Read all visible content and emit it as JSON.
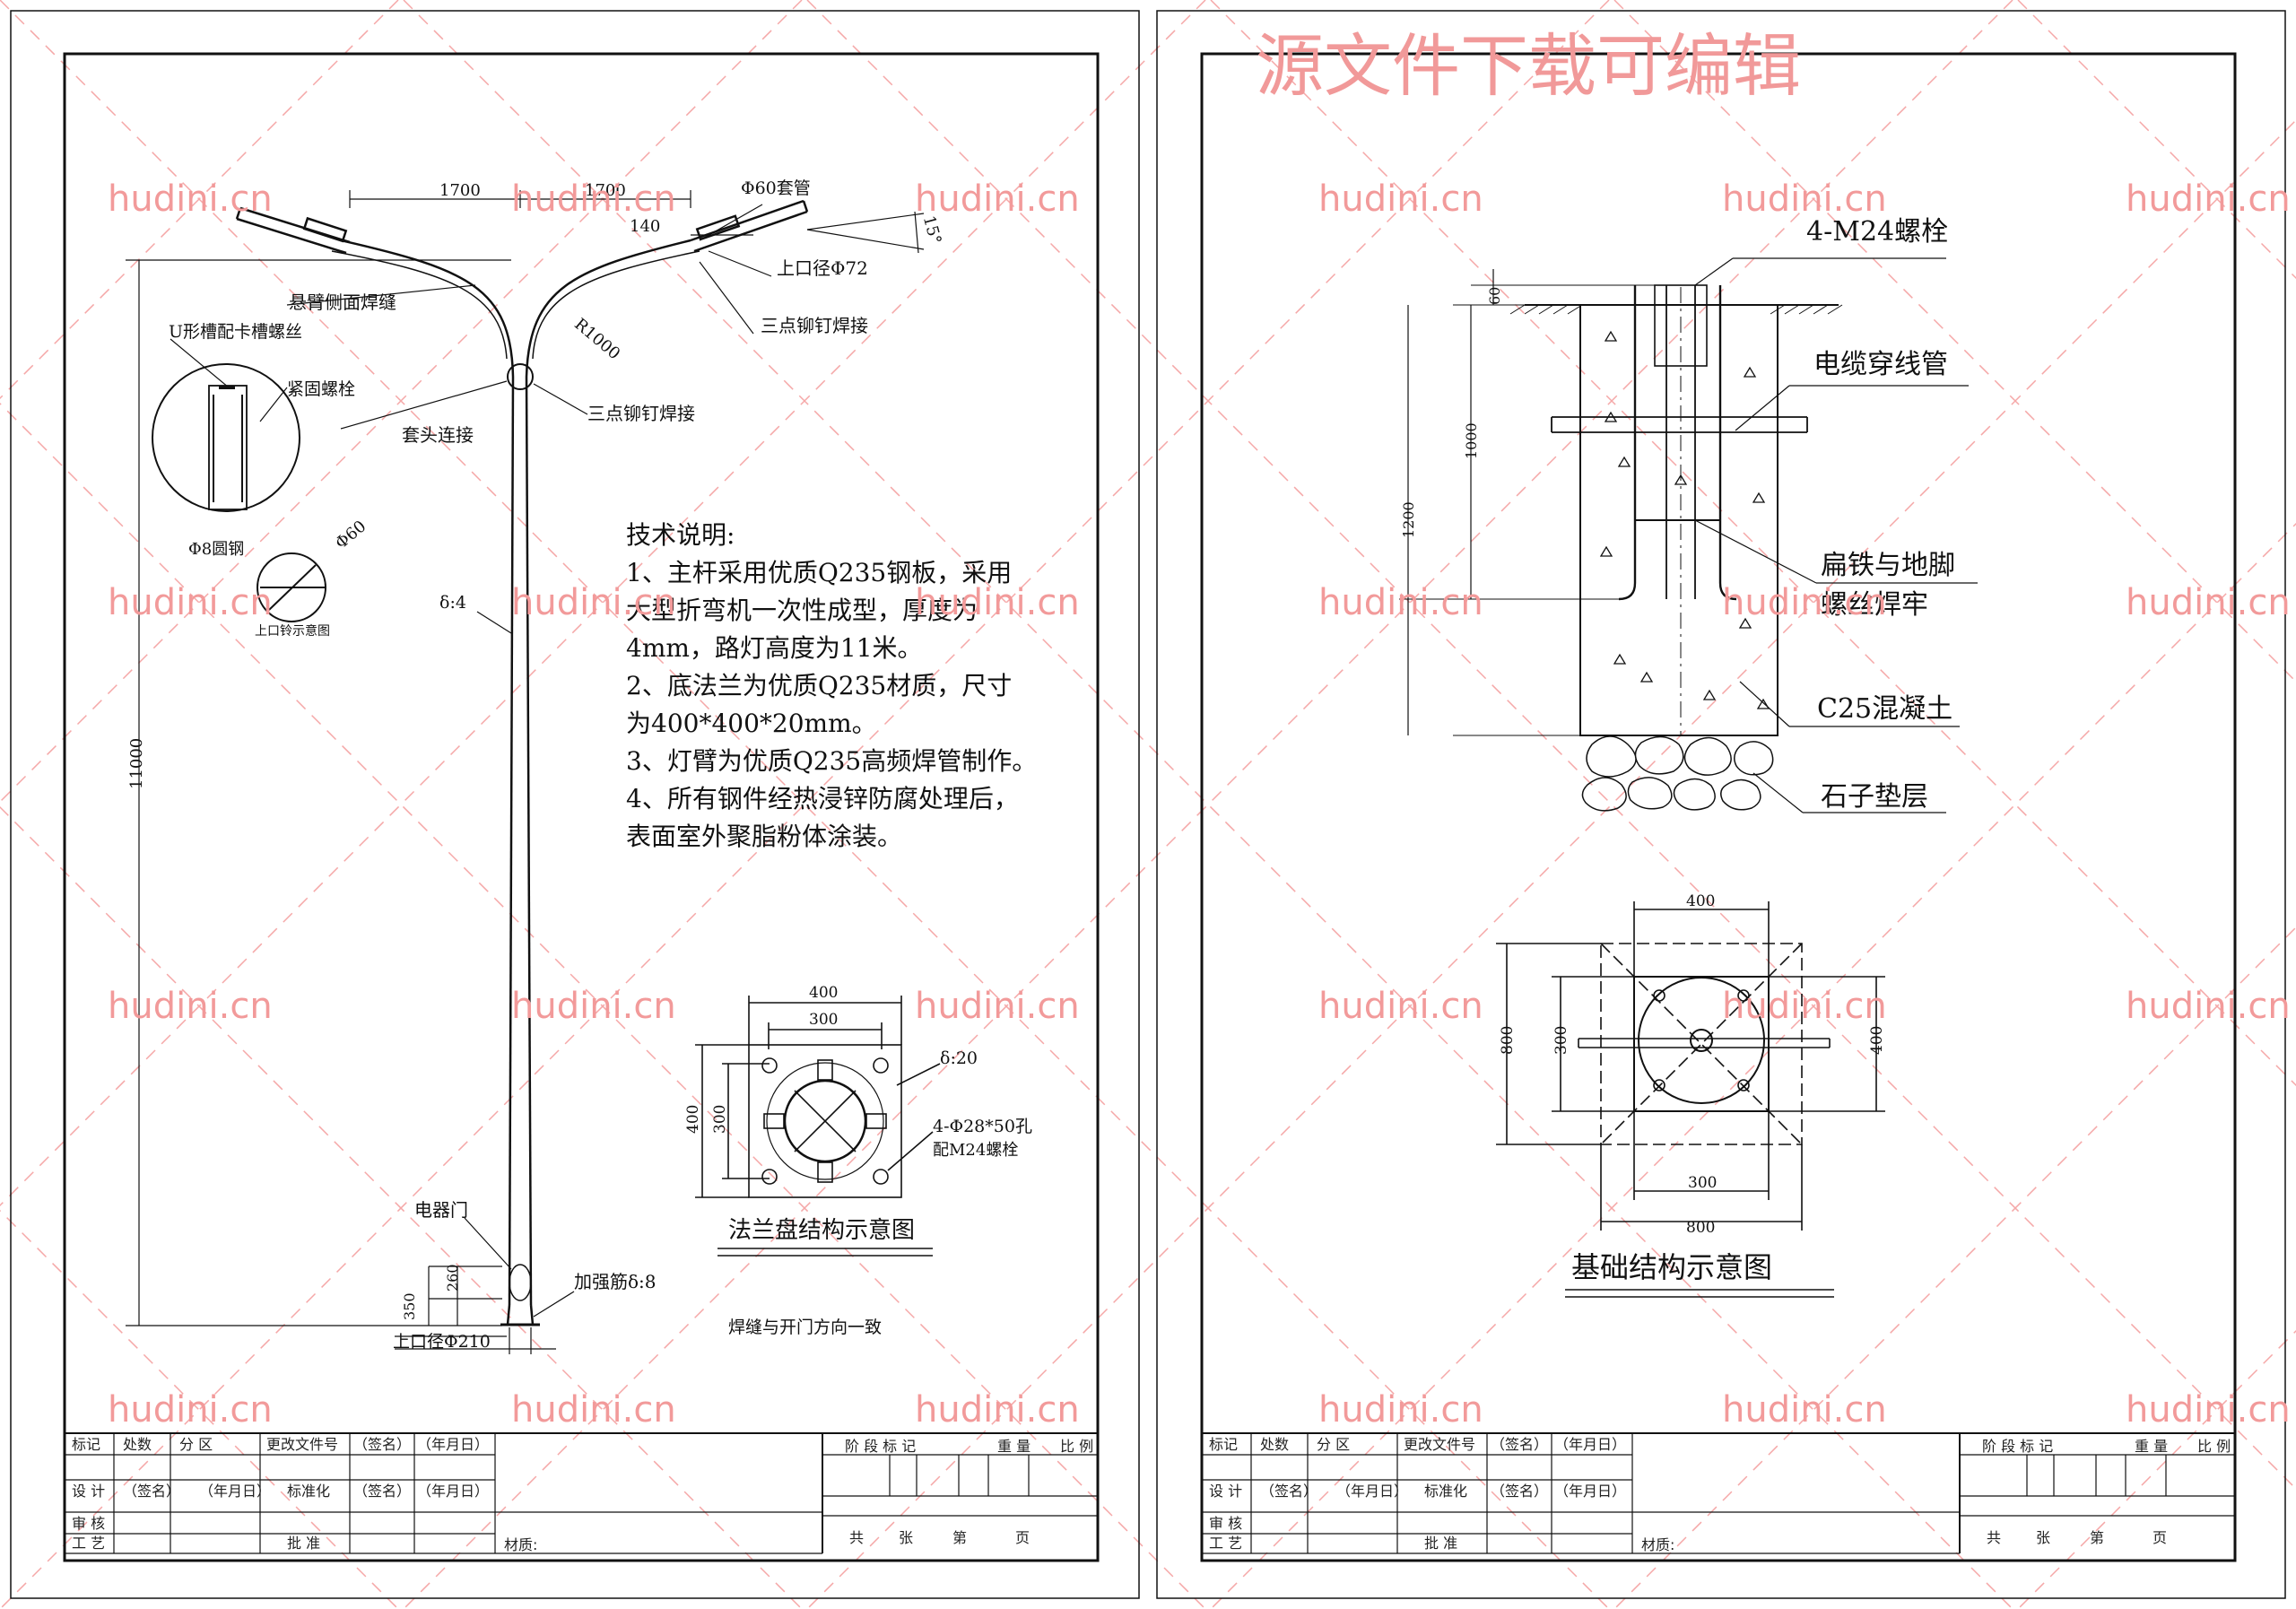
{
  "watermark": {
    "header": "源文件下载可编辑",
    "site": "hudini.cn"
  },
  "left_sheet": {
    "dims": {
      "arm_left": "1700",
      "arm_right": "1700",
      "sleeve_len": "140",
      "sleeve": "Φ60套管",
      "angle": "15°",
      "radius": "R1000",
      "height_total": "11000",
      "door_h": "260",
      "door_bottom": "350",
      "wall": "δ:4",
      "rib": "加强筋δ:8",
      "top_dia": "上口径Φ72",
      "bottom_dia": "上口径Φ210"
    },
    "labels": {
      "arm_weld": "悬臂侧面焊缝",
      "u_slot": "U形槽配卡槽螺丝",
      "tight_bolt": "紧固螺栓",
      "sleeve_joint": "套头连接",
      "rivet_weld_1": "三点铆钉焊接",
      "rivet_weld_2": "三点铆钉焊接",
      "round_steel": "Φ8圆钢",
      "phi60": "Φ60",
      "top_mouth": "上口铃示意图",
      "door": "电器门",
      "weld_note": "焊缝与开门方向一致"
    },
    "tech": {
      "title": "技术说明:",
      "lines": [
        "1、主杆采用优质Q235钢板，采用",
        "大型折弯机一次性成型，厚度为",
        "4mm，路灯高度为11米。",
        "2、底法兰为优质Q235材质，尺寸",
        "为400*400*20mm。",
        "3、灯臂为优质Q235高频焊管制作。",
        "4、所有钢件经热浸锌防腐处理后，",
        "表面室外聚脂粉体涂装。"
      ]
    },
    "flange": {
      "w_outer": "400",
      "w_inner": "300",
      "h_outer": "400",
      "h_inner": "300",
      "thickness": "δ:20",
      "holes": "4-Φ28*50孔",
      "bolts": "配M24螺栓",
      "caption": "法兰盘结构示意图"
    }
  },
  "right_sheet": {
    "labels": {
      "bolts": "4-M24螺栓",
      "conduit": "电缆穿线管",
      "flat_iron_1": "扁铁与地脚",
      "flat_iron_2": "螺丝焊牢",
      "concrete": "C25混凝土",
      "gravel": "石子垫层"
    },
    "dims": {
      "top": "60",
      "mid": "1000",
      "total": "1200"
    },
    "plan": {
      "top_w": "400",
      "left_outer": "800",
      "left_inner": "300",
      "right_h": "400",
      "bottom_inner": "300",
      "bottom_outer": "800",
      "caption": "基础结构示意图"
    }
  },
  "title_block": {
    "r1": [
      "标记",
      "处数",
      "分 区",
      "更改文件号",
      "（签名）",
      "（年月日）"
    ],
    "r2": [
      "设 计",
      "（签名）",
      "（年月日）",
      "标准化",
      "（签名）",
      "（年月日）"
    ],
    "r3": [
      "审 核"
    ],
    "r4": [
      "工 艺",
      "批 准"
    ],
    "material": "材质:",
    "stage": "阶 段 标 记",
    "weight": "重 量",
    "scale": "比 例",
    "total_sheets": "共",
    "sheet_word": "张",
    "page_word": "第",
    "page_unit": "页"
  }
}
